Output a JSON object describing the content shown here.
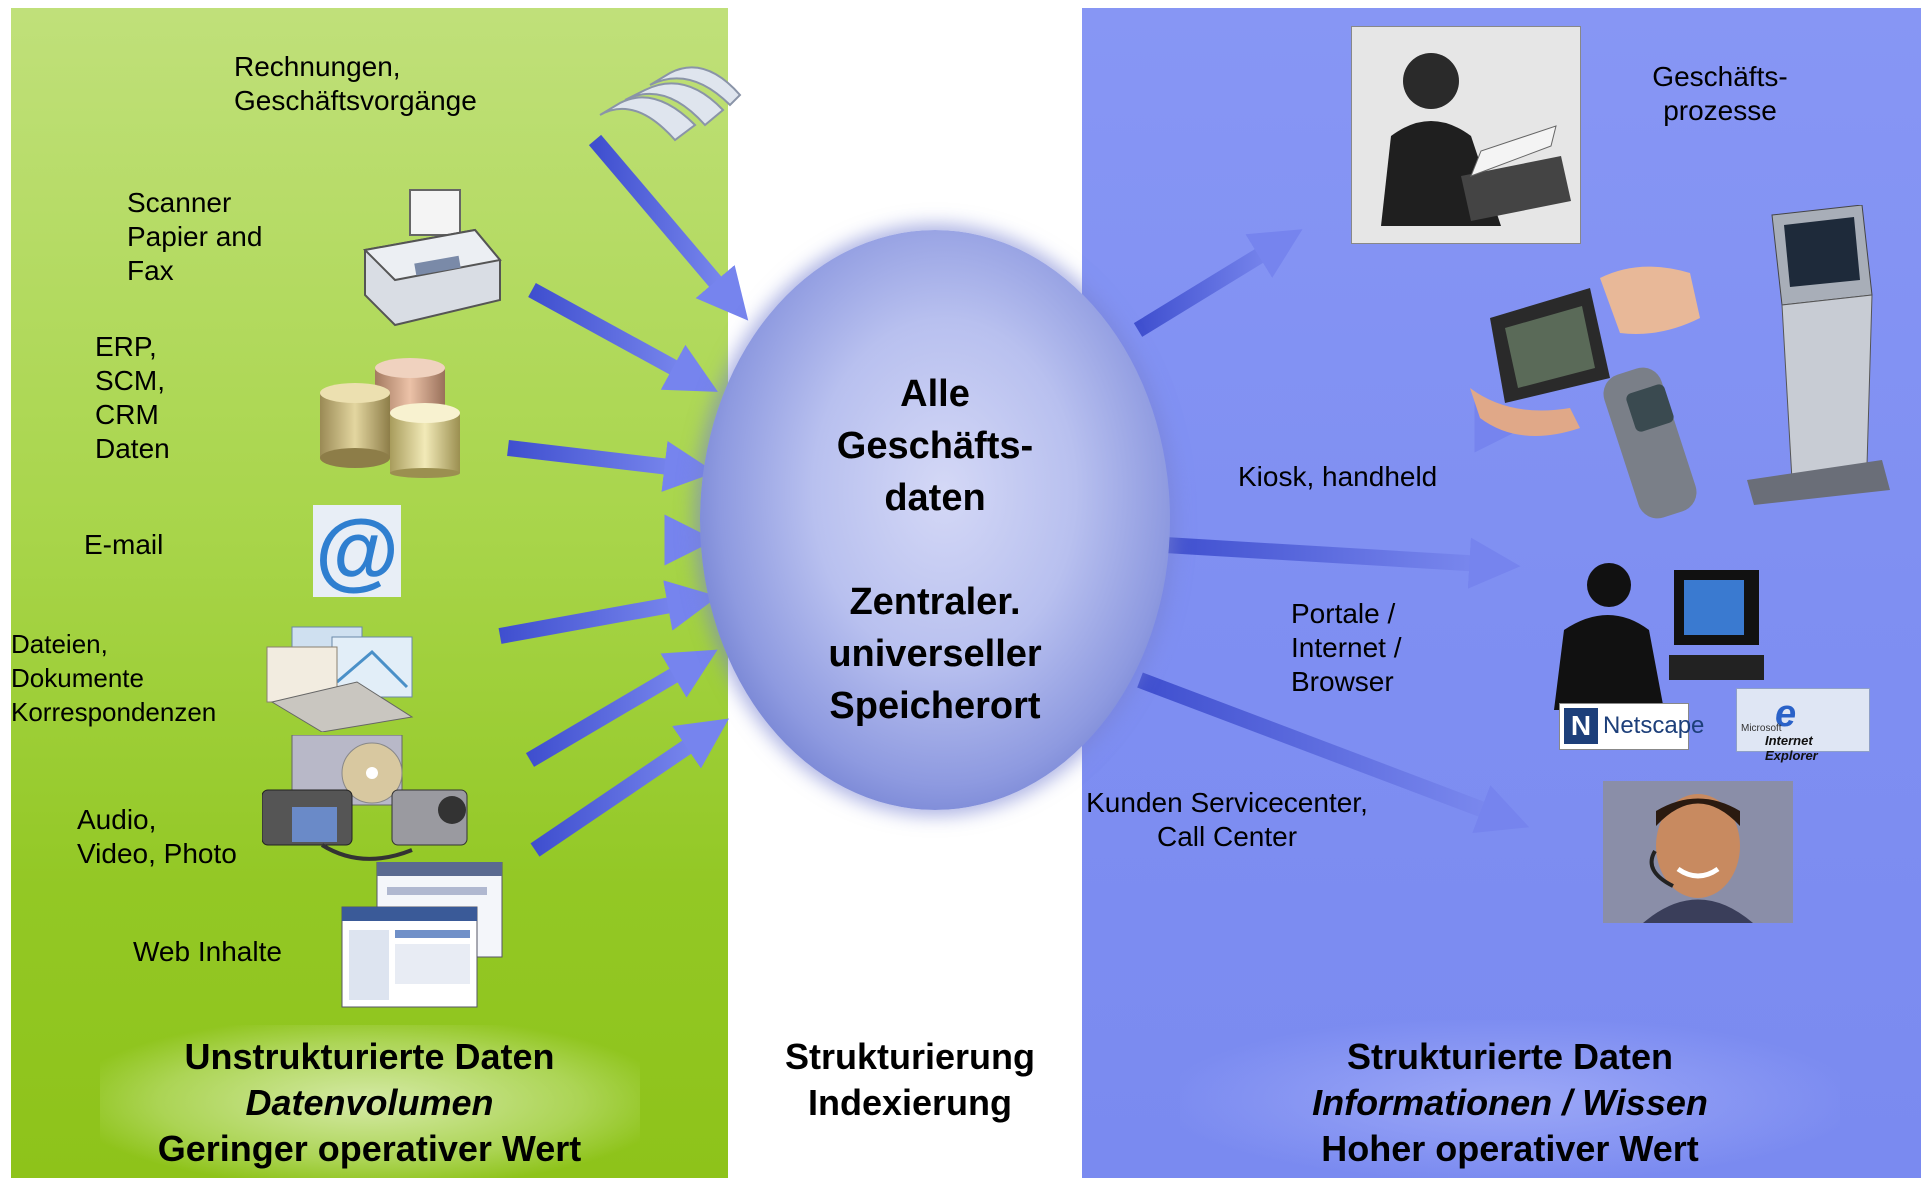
{
  "left": {
    "labels": {
      "invoices": "Rechnungen,\nGeschäftsvorgänge",
      "scanner": "Scanner\nPapier and\nFax",
      "erp": "ERP,\nSCM,\nCRM\nDaten",
      "email": "E-mail",
      "files": "Dateien,\nDokumente\nKorrespondenzen",
      "media": "Audio,\nVideo, Photo",
      "web": "Web Inhalte"
    },
    "footer": {
      "line1": "Unstrukturierte Daten",
      "line2": "Datenvolumen",
      "line3": "Geringer operativer Wert"
    }
  },
  "center": {
    "cloud_text": "Alle\nGeschäfts-\ndaten\n\nZentraler.\nuniverseller\nSpeicherort",
    "footer": {
      "line1": "Strukturierung",
      "line2": "Indexierung"
    }
  },
  "right": {
    "labels": {
      "processes": "Geschäfts-\nprozesse",
      "kiosk": "Kiosk, handheld",
      "portals": "Portale /\nInternet /\nBrowser",
      "service": "Kunden Servicecenter,\nCall Center"
    },
    "logos": {
      "netscape": "Netscape",
      "ie_small": "Microsoft",
      "ie": "Internet Explorer",
      "email_symbol": "@"
    },
    "footer": {
      "line1": "Strukturierte Daten",
      "line2": "Informationen / Wissen",
      "line3": "Hoher operativer Wert"
    }
  },
  "colors": {
    "left_panel": "#9fd03c",
    "right_panel": "#7f8ff2",
    "arrow": "#5a6ae0",
    "cloud": "#8e9ae0"
  }
}
